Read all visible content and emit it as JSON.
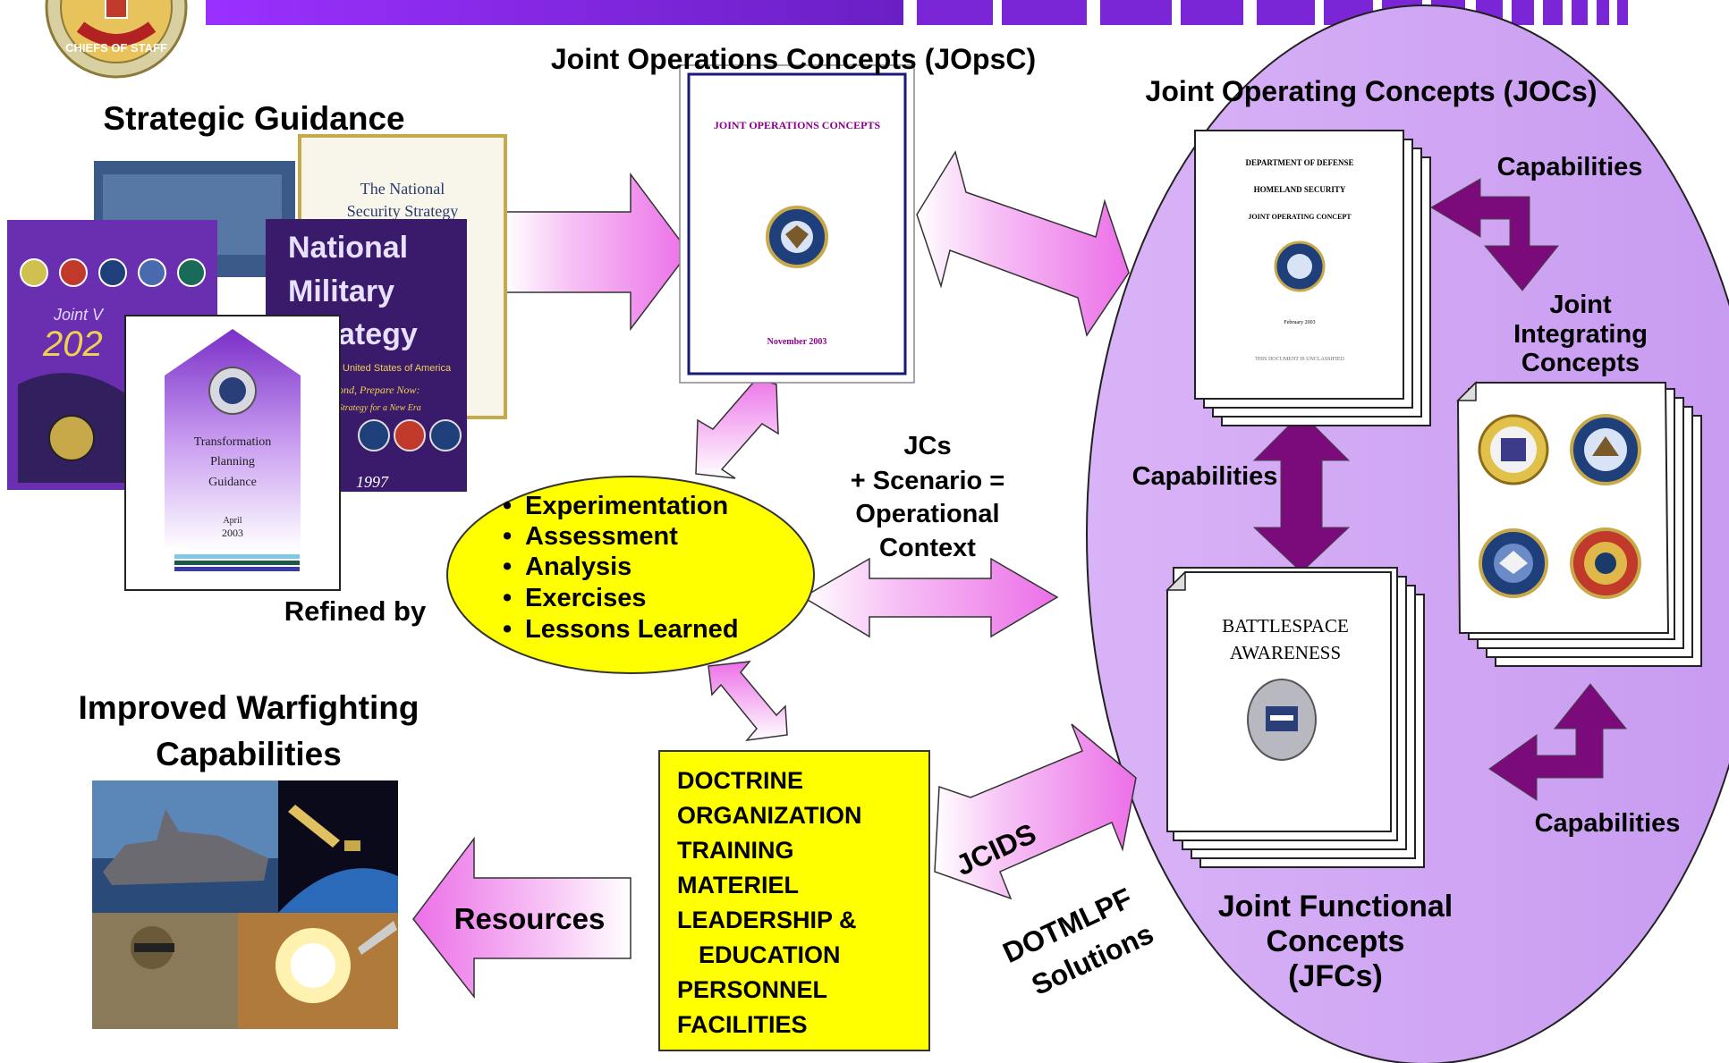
{
  "header": {
    "seal_text": "CHIEFS OF STAFF"
  },
  "titles": {
    "jopsc": "Joint Operations Concepts (JOpsC)",
    "jocs": "Joint Operating Concepts (JOCs)",
    "strategic": "Strategic Guidance",
    "improved_line1": "Improved Warfighting",
    "improved_line2": "Capabilities",
    "refined_by": "Refined by"
  },
  "strategic_docs": {
    "nss_line1": "The National",
    "nss_line2": "Security Strategy",
    "nms_line1": "National",
    "nms_line2": "Military",
    "nms_line3": "ategy",
    "nms_sub": "United States of America",
    "nms_sub2": "ond, Prepare Now:",
    "nms_sub3": "Strategy for a New Era",
    "nms_year": "1997",
    "jv_text": "Joint V",
    "jv_year": "202",
    "tpg_line1": "Transformation",
    "tpg_line2": "Planning",
    "tpg_line3": "Guidance",
    "tpg_date1": "April",
    "tpg_date2": "2003"
  },
  "jopsc_doc": {
    "title": "JOINT OPERATIONS CONCEPTS",
    "date": "November 2003"
  },
  "joc_doc": {
    "line1": "DEPARTMENT OF DEFENSE",
    "line2": "HOMELAND SECURITY",
    "line3": "JOINT OPERATING CONCEPT",
    "date": "February 2003",
    "footer": "THIS DOCUMENT IS UNCLASSIFIED"
  },
  "jfc_doc": {
    "line1": "BATTLESPACE",
    "line2": "AWARENESS"
  },
  "capabilities": {
    "top_right": "Capabilities",
    "middle_left": "Capabilities",
    "bottom_right": "Capabilities"
  },
  "jic": {
    "line1": "Joint",
    "line2": "Integrating",
    "line3": "Concepts"
  },
  "jfc": {
    "line1": "Joint Functional",
    "line2": "Concepts",
    "line3": "(JFCs)"
  },
  "jcs_text": {
    "line1": "JCs",
    "line2": "+ Scenario =",
    "line3": "Operational",
    "line4": "Context"
  },
  "oval_items": [
    "Experimentation",
    "Assessment",
    "Analysis",
    "Exercises",
    "Lessons Learned"
  ],
  "dotmlpf_items": [
    "DOCTRINE",
    "ORGANIZATION",
    "TRAINING",
    "MATERIEL",
    "LEADERSHIP &",
    "EDUCATION",
    "PERSONNEL",
    "FACILITIES"
  ],
  "arrows": {
    "jcids": "JCIDS",
    "dotmlpf_line1": "DOTMLPF",
    "dotmlpf_line2": "Solutions",
    "resources": "Resources"
  },
  "colors": {
    "header_purple": "#8a2be2",
    "oval_lavender": "#c9a0f2",
    "arrow_pink": "#f39cf3",
    "dark_purple": "#7b0a7b",
    "yellow": "#ffff00"
  }
}
